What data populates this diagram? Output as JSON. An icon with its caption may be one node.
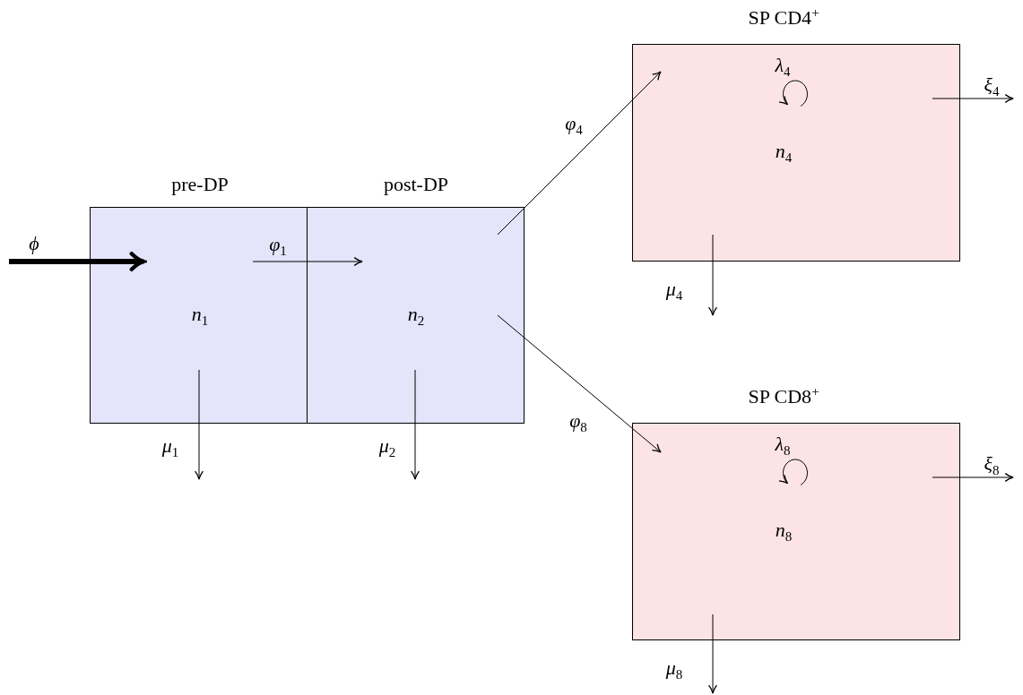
{
  "diagram": {
    "nodes": [
      {
        "text": [
          "pre-DP",
          "n$_{1}$"
        ]
      },
      {
        "text": [
          "post-DP",
          "n$_{2}$"
        ]
      },
      {
        "text": [
          "SP CD4$^{+}$",
          "n$_{4}$"
        ]
      },
      {
        "text": [
          "SP CD8$^{+}$",
          "n$_{8}$"
        ]
      }
    ],
    "edges": [
      {
        "from": null,
        "to": 0,
        "arrow": "to",
        "label": "ϕ",
        "style": "thick"
      },
      {
        "from": 0,
        "to": 1,
        "arrow": "to",
        "label": "φ$_{1}$"
      },
      {
        "from": 1,
        "to": 2,
        "arrow": "to",
        "label": "φ$_{4}$"
      },
      {
        "from": 1,
        "to": 3,
        "arrow": "to",
        "label": "φ$_{8}$"
      },
      {
        "from": 0,
        "to": null,
        "arrow": "to",
        "label": "μ$_{1}$"
      },
      {
        "from": 1,
        "to": null,
        "arrow": "to",
        "label": "μ$_{2}$"
      },
      {
        "from": 2,
        "to": null,
        "arrow": "to",
        "label": "μ$_{4}$"
      },
      {
        "from": 3,
        "to": null,
        "arrow": "to",
        "label": "μ$_{8}$"
      },
      {
        "from": 2,
        "to": null,
        "arrow": "to",
        "label": "ξ$_{4}$"
      },
      {
        "from": 3,
        "to": null,
        "arrow": "to",
        "label": "ξ$_{8}$"
      },
      {
        "from": 2,
        "to": 2,
        "arrow": "to",
        "label": "λ$_{4}$"
      },
      {
        "from": 3,
        "to": 3,
        "arrow": "to",
        "label": "λ$_{8}$"
      }
    ]
  }
}
